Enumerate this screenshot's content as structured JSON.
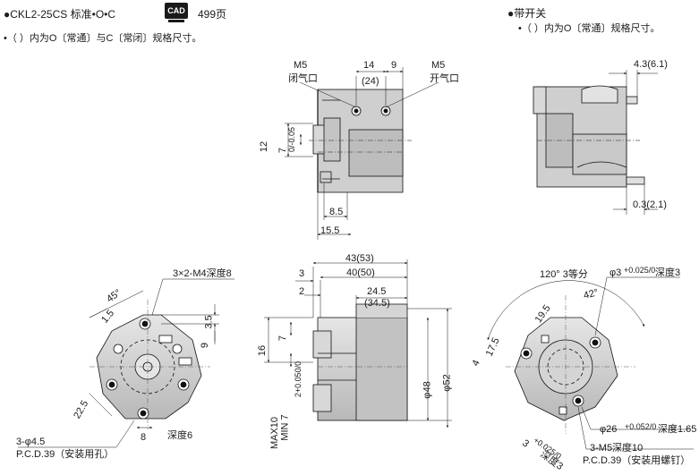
{
  "header": {
    "model": "●CKL2-25CS 标准•O•C",
    "cad_label": "CAD",
    "page_ref": "499页",
    "note": "•（ ）内为O〔常通〕与C〔常闭〕规格尺寸。"
  },
  "switch_section": {
    "title": "●带开关",
    "note": "•（ ）内为O〔常通〕规格尺寸。",
    "dims": {
      "top": "4.3(6.1)",
      "bottom": "0.3(2.1)"
    }
  },
  "top_view": {
    "port_left": "M5",
    "port_left_label": "闭气口",
    "port_right": "M5",
    "port_right_label": "开气口",
    "d14": "14",
    "d24": "(24)",
    "d9": "9",
    "d12": "12",
    "d7": "7",
    "tol7": "0/-0.05",
    "d8_5": "8.5",
    "d15_5": "15.5"
  },
  "front_left": {
    "thread": "3×2-M4深度8",
    "angle45": "45°",
    "d1_5": "1.5",
    "d3_5": "3.5",
    "d9": "9",
    "d22_5": "22.5",
    "d8": "8",
    "depth6": "深度6",
    "holes": "3-φ4.5",
    "pcd": "P.C.D.39（安装用孔）"
  },
  "side_view": {
    "d43": "43(53)",
    "d40": "40(50)",
    "d3": "3",
    "d2": "2",
    "d24_5": "24.5",
    "d34_5": "(34.5)",
    "d16": "16",
    "d7": "7",
    "d2tol": "2+0.050/0",
    "max": "MAX10",
    "min": "MIN 7",
    "phi48": "φ48",
    "phi52": "φ52"
  },
  "front_right": {
    "angle120": "120°  3等分",
    "hole": "φ3",
    "hole_tol": "+0.025/0",
    "hole_depth": "深度3",
    "angle42": "42°",
    "d19_5": "19.5",
    "d17_5": "17.5",
    "d4": "4",
    "phi26": "φ26",
    "phi26_tol": "+0.052/0",
    "depth165": "深度1.65",
    "d3": "3",
    "d3tol": "+0.025/0",
    "depth3b": "深度3",
    "screws": "3-M5深度10",
    "pcd": "P.C.D.39（安装用螺钉）"
  }
}
